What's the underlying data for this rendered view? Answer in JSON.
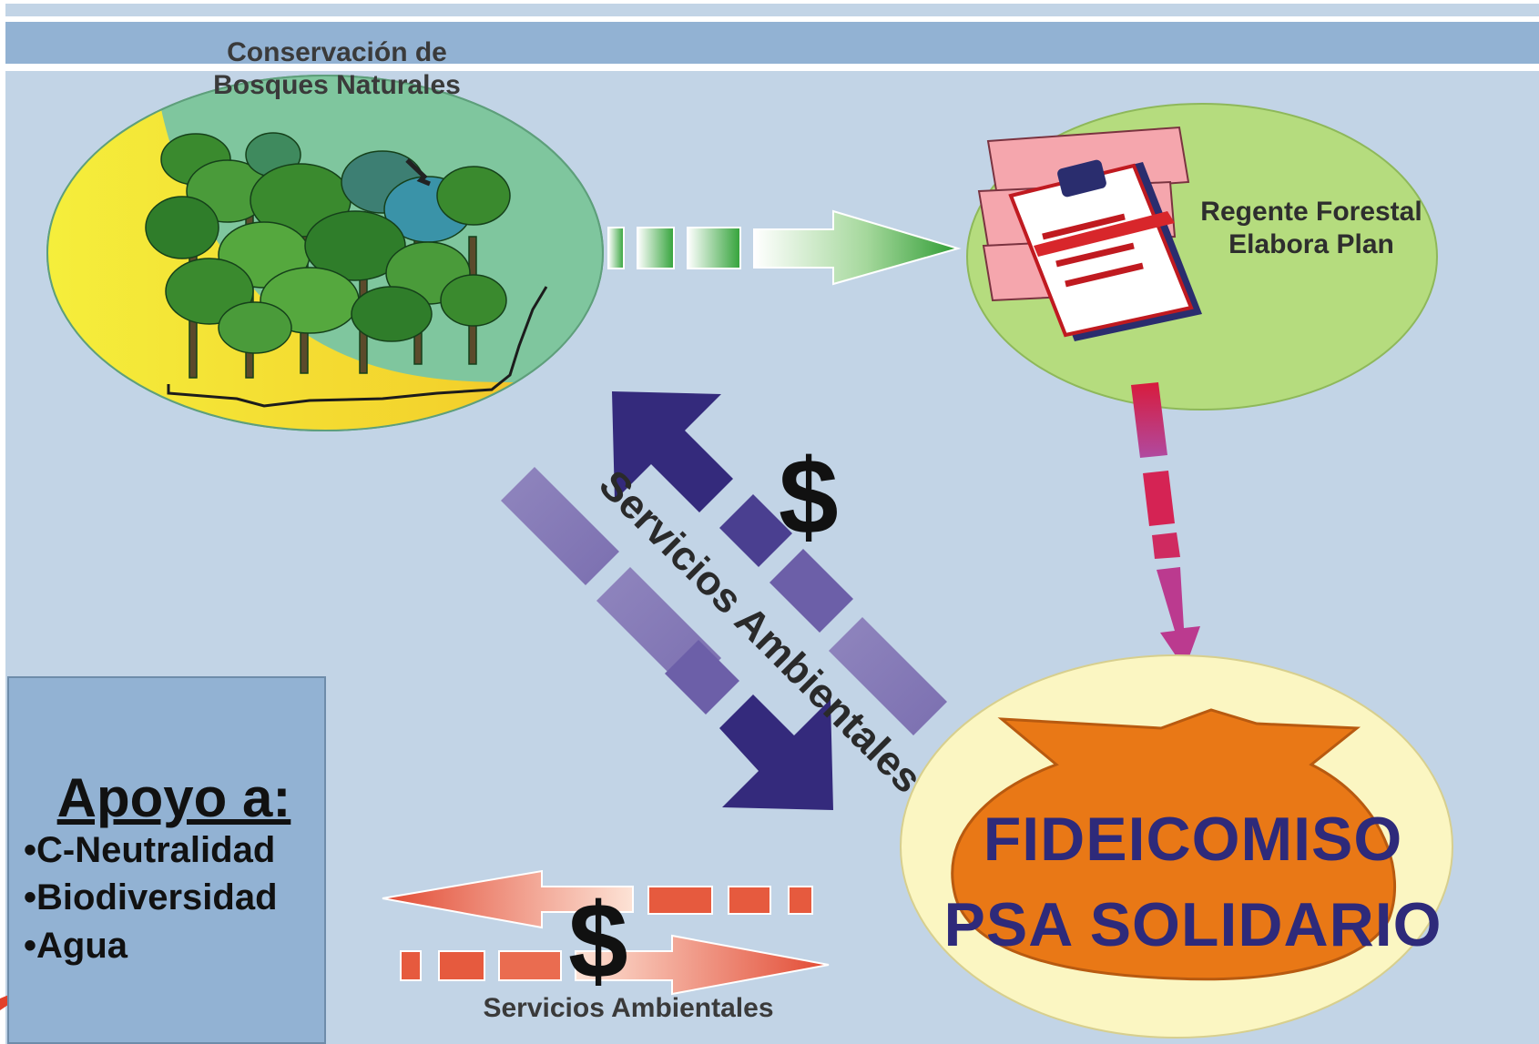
{
  "forest": {
    "title": "Conservación de\nBosques Naturales"
  },
  "regente": {
    "label": "Regente Forestal\nElabora Plan"
  },
  "fideicomiso": {
    "line1": "FIDEICOMISO",
    "line2": "PSA SOLIDARIO"
  },
  "flows": {
    "diagonal_label": "Servicios Ambientales",
    "bottom_label": "Servicios Ambientales",
    "dollar_symbol": "$"
  },
  "apoyo": {
    "title": "Apoyo a:",
    "items": [
      "•C-Neutralidad",
      "•Biodiversidad",
      "•Agua"
    ]
  },
  "colors": {
    "background": "#c2d4e6",
    "header_band": "#92b2d3",
    "forest_ellipse": "#7fc69e",
    "forest_ground": "#f0e030",
    "regente_ellipse": "#b5dc7e",
    "fideicomiso_ellipse": "#fbf6c2",
    "money_bag": "#e97816",
    "green_arrow": "#3faa3c",
    "red_arrow": "#d92045",
    "purple_arrow": "#342a7c",
    "salmon_arrow": "#e8604a",
    "fideicomiso_text": "#2e2a7a"
  },
  "icons": [
    "forest-illustration",
    "bird-icon",
    "books-clipboard-icon",
    "pen-icon",
    "money-bag-icon"
  ]
}
